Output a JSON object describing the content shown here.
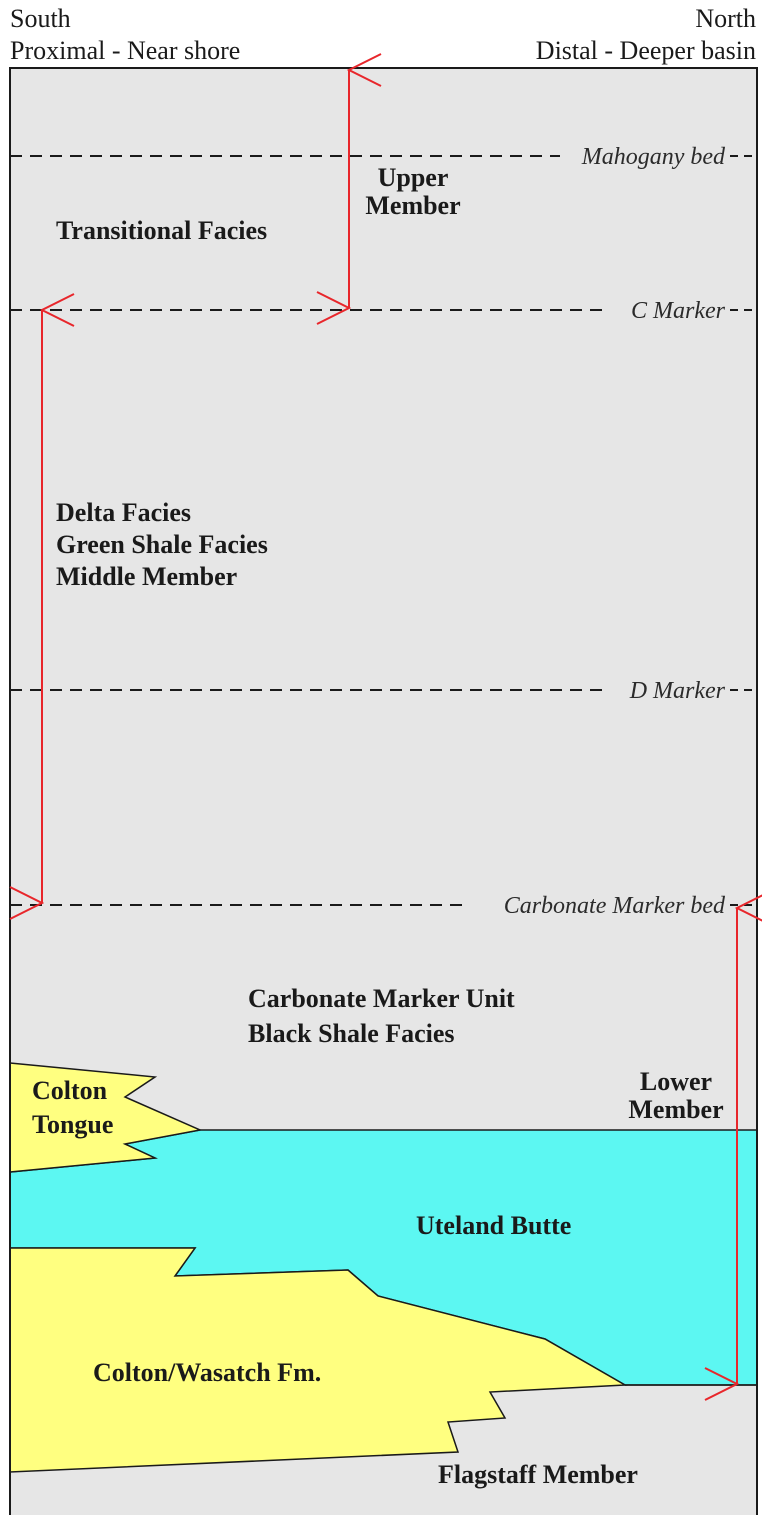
{
  "header": {
    "left_line1": "South",
    "left_line2": "Proximal - Near shore",
    "right_line1": "North",
    "right_line2": "Distal - Deeper basin"
  },
  "markers": {
    "mahogany": "Mahogany bed",
    "c_marker": "C Marker",
    "d_marker": "D Marker",
    "carbonate": "Carbonate Marker bed"
  },
  "members": {
    "upper_line1": "Upper",
    "upper_line2": "Member",
    "lower_line1": "Lower",
    "lower_line2": "Member"
  },
  "units": {
    "transitional": "Transitional Facies",
    "middle_line1": "Delta Facies",
    "middle_line2": "Green Shale Facies",
    "middle_line3": "Middle Member",
    "carbonate_line1": "Carbonate Marker Unit",
    "carbonate_line2": "Black Shale Facies",
    "colton_tongue_line1": "Colton",
    "colton_tongue_line2": "Tongue",
    "uteland": "Uteland Butte",
    "colton_wasatch": "Colton/Wasatch Fm.",
    "flagstaff": "Flagstaff Member"
  },
  "colors": {
    "background": "#e6e6e6",
    "sandstone_yellow": "#ffff80",
    "uteland_cyan": "#5cf7f2",
    "arrow_red": "#e8262b",
    "outline": "#1a1a1a"
  }
}
